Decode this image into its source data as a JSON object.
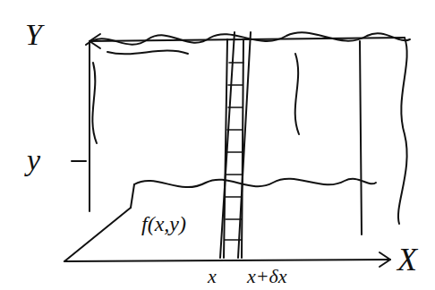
{
  "diagram": {
    "labels": [
      "Y",
      "y",
      "f(x,y)",
      "x",
      "x+δx",
      "X"
    ]
  }
}
